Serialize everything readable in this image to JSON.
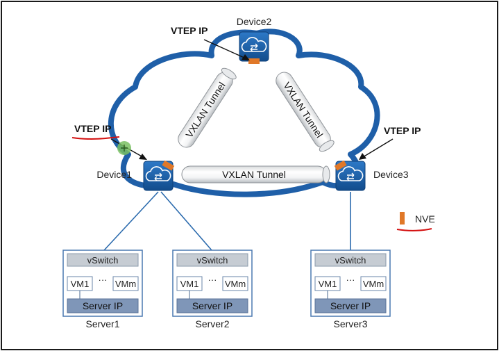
{
  "corner_text": "",
  "devices": {
    "d1": {
      "label": "Device1"
    },
    "d2": {
      "label": "Device2"
    },
    "d3": {
      "label": "Device3"
    }
  },
  "vtep": {
    "d1": "VTEP IP",
    "d2": "VTEP IP",
    "d3": "VTEP IP"
  },
  "tunnels": {
    "left": "VXLAN Tunnel",
    "right": "VXLAN Tunnel",
    "bottom": "VXLAN Tunnel"
  },
  "legend": {
    "nve": "NVE"
  },
  "servers": [
    {
      "name": "Server1",
      "vswitch": "vSwitch",
      "vm1": "VM1",
      "dots": "···",
      "vmm": "VMm",
      "ip": "Server IP"
    },
    {
      "name": "Server2",
      "vswitch": "vSwitch",
      "vm1": "VM1",
      "dots": "···",
      "vmm": "VMm",
      "ip": "Server IP"
    },
    {
      "name": "Server3",
      "vswitch": "vSwitch",
      "vm1": "VM1",
      "dots": "···",
      "vmm": "VMm",
      "ip": "Server IP"
    }
  ],
  "colors": {
    "cloud": "#1f5fa8",
    "device": "#1a5ea6",
    "nve": "#e07828",
    "link": "#2a6aad",
    "annotation": "#d41010",
    "server_ip_fill": "#7f96b8",
    "vswitch_fill": "#c6ccd3"
  }
}
